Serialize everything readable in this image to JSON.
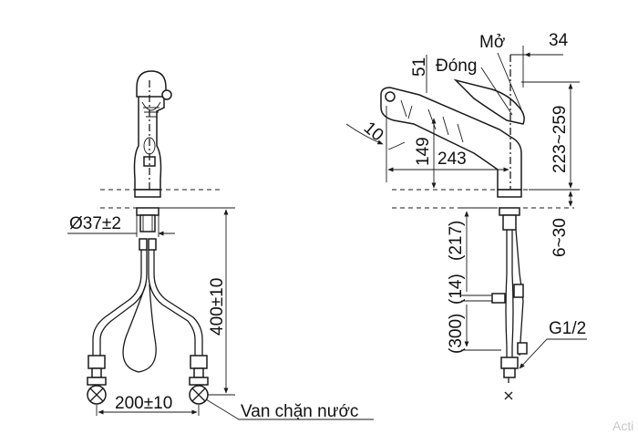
{
  "front_view": {
    "diameter_label": "Ø37±2",
    "height_label": "400±10",
    "spacing_label": "200±10",
    "valve_label": "Van chặn nước"
  },
  "side_view": {
    "open_label": "Mở",
    "close_label": "Đóng",
    "offset_label": "34",
    "lever_angle_label": "51",
    "tilt_angle_label": "10",
    "spout_height_label": "149",
    "reach_label": "243",
    "total_height_label": "223~259",
    "deck_label": "6~30",
    "hose_label_1": "(217)",
    "hose_label_2": "(14)",
    "hose_label_3": "(300)",
    "thread_label": "G1/2"
  },
  "watermark": "Acti"
}
